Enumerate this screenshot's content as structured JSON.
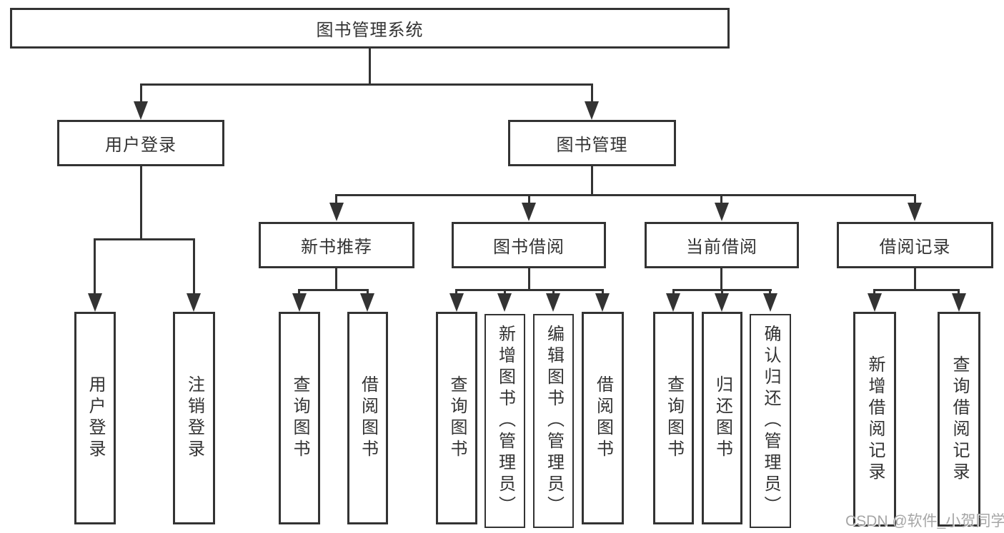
{
  "diagram": {
    "root": {
      "label": "图书管理系统"
    },
    "level2": {
      "userLogin": {
        "label": "用户登录"
      },
      "bookManagement": {
        "label": "图书管理"
      }
    },
    "level3": {
      "newBookRecommend": {
        "label": "新书推荐"
      },
      "bookBorrow": {
        "label": "图书借阅"
      },
      "currentBorrow": {
        "label": "当前借阅"
      },
      "borrowRecord": {
        "label": "借阅记录"
      }
    },
    "leaves": {
      "userLoginLeaf": {
        "label": "用户登录"
      },
      "logoutLeaf": {
        "label": "注销登录"
      },
      "queryBookRec": {
        "label": "查询图书"
      },
      "borrowBookRec": {
        "label": "借阅图书"
      },
      "queryBookBorrow": {
        "label": "查询图书"
      },
      "addBookAdmin": {
        "label": "新增图书（管理员）"
      },
      "editBookAdmin": {
        "label": "编辑图书（管理员）"
      },
      "borrowBookBorrow": {
        "label": "借阅图书"
      },
      "queryBookCurrent": {
        "label": "查询图书"
      },
      "returnBook": {
        "label": "归还图书"
      },
      "confirmReturnAdmin": {
        "label": "确认归还（管理员）"
      },
      "addBorrowRecord": {
        "label": "新增借阅记录"
      },
      "queryBorrowRecord": {
        "label": "查询借阅记录"
      }
    },
    "hierarchy": {
      "图书管理系统": [
        "用户登录",
        "图书管理"
      ],
      "用户登录": [
        "用户登录",
        "注销登录"
      ],
      "图书管理": [
        "新书推荐",
        "图书借阅",
        "当前借阅",
        "借阅记录"
      ],
      "新书推荐": [
        "查询图书",
        "借阅图书"
      ],
      "图书借阅": [
        "查询图书",
        "新增图书（管理员）",
        "编辑图书（管理员）",
        "借阅图书"
      ],
      "当前借阅": [
        "查询图书",
        "归还图书",
        "确认归还（管理员）"
      ],
      "借阅记录": [
        "新增借阅记录",
        "查询借阅记录"
      ]
    },
    "colors": {
      "line": "#333333",
      "text": "#333333",
      "box_background": "#ffffff",
      "watermark": "#a6a6a6"
    }
  },
  "watermark": {
    "text": "CSDN @软件_小贺同学"
  }
}
